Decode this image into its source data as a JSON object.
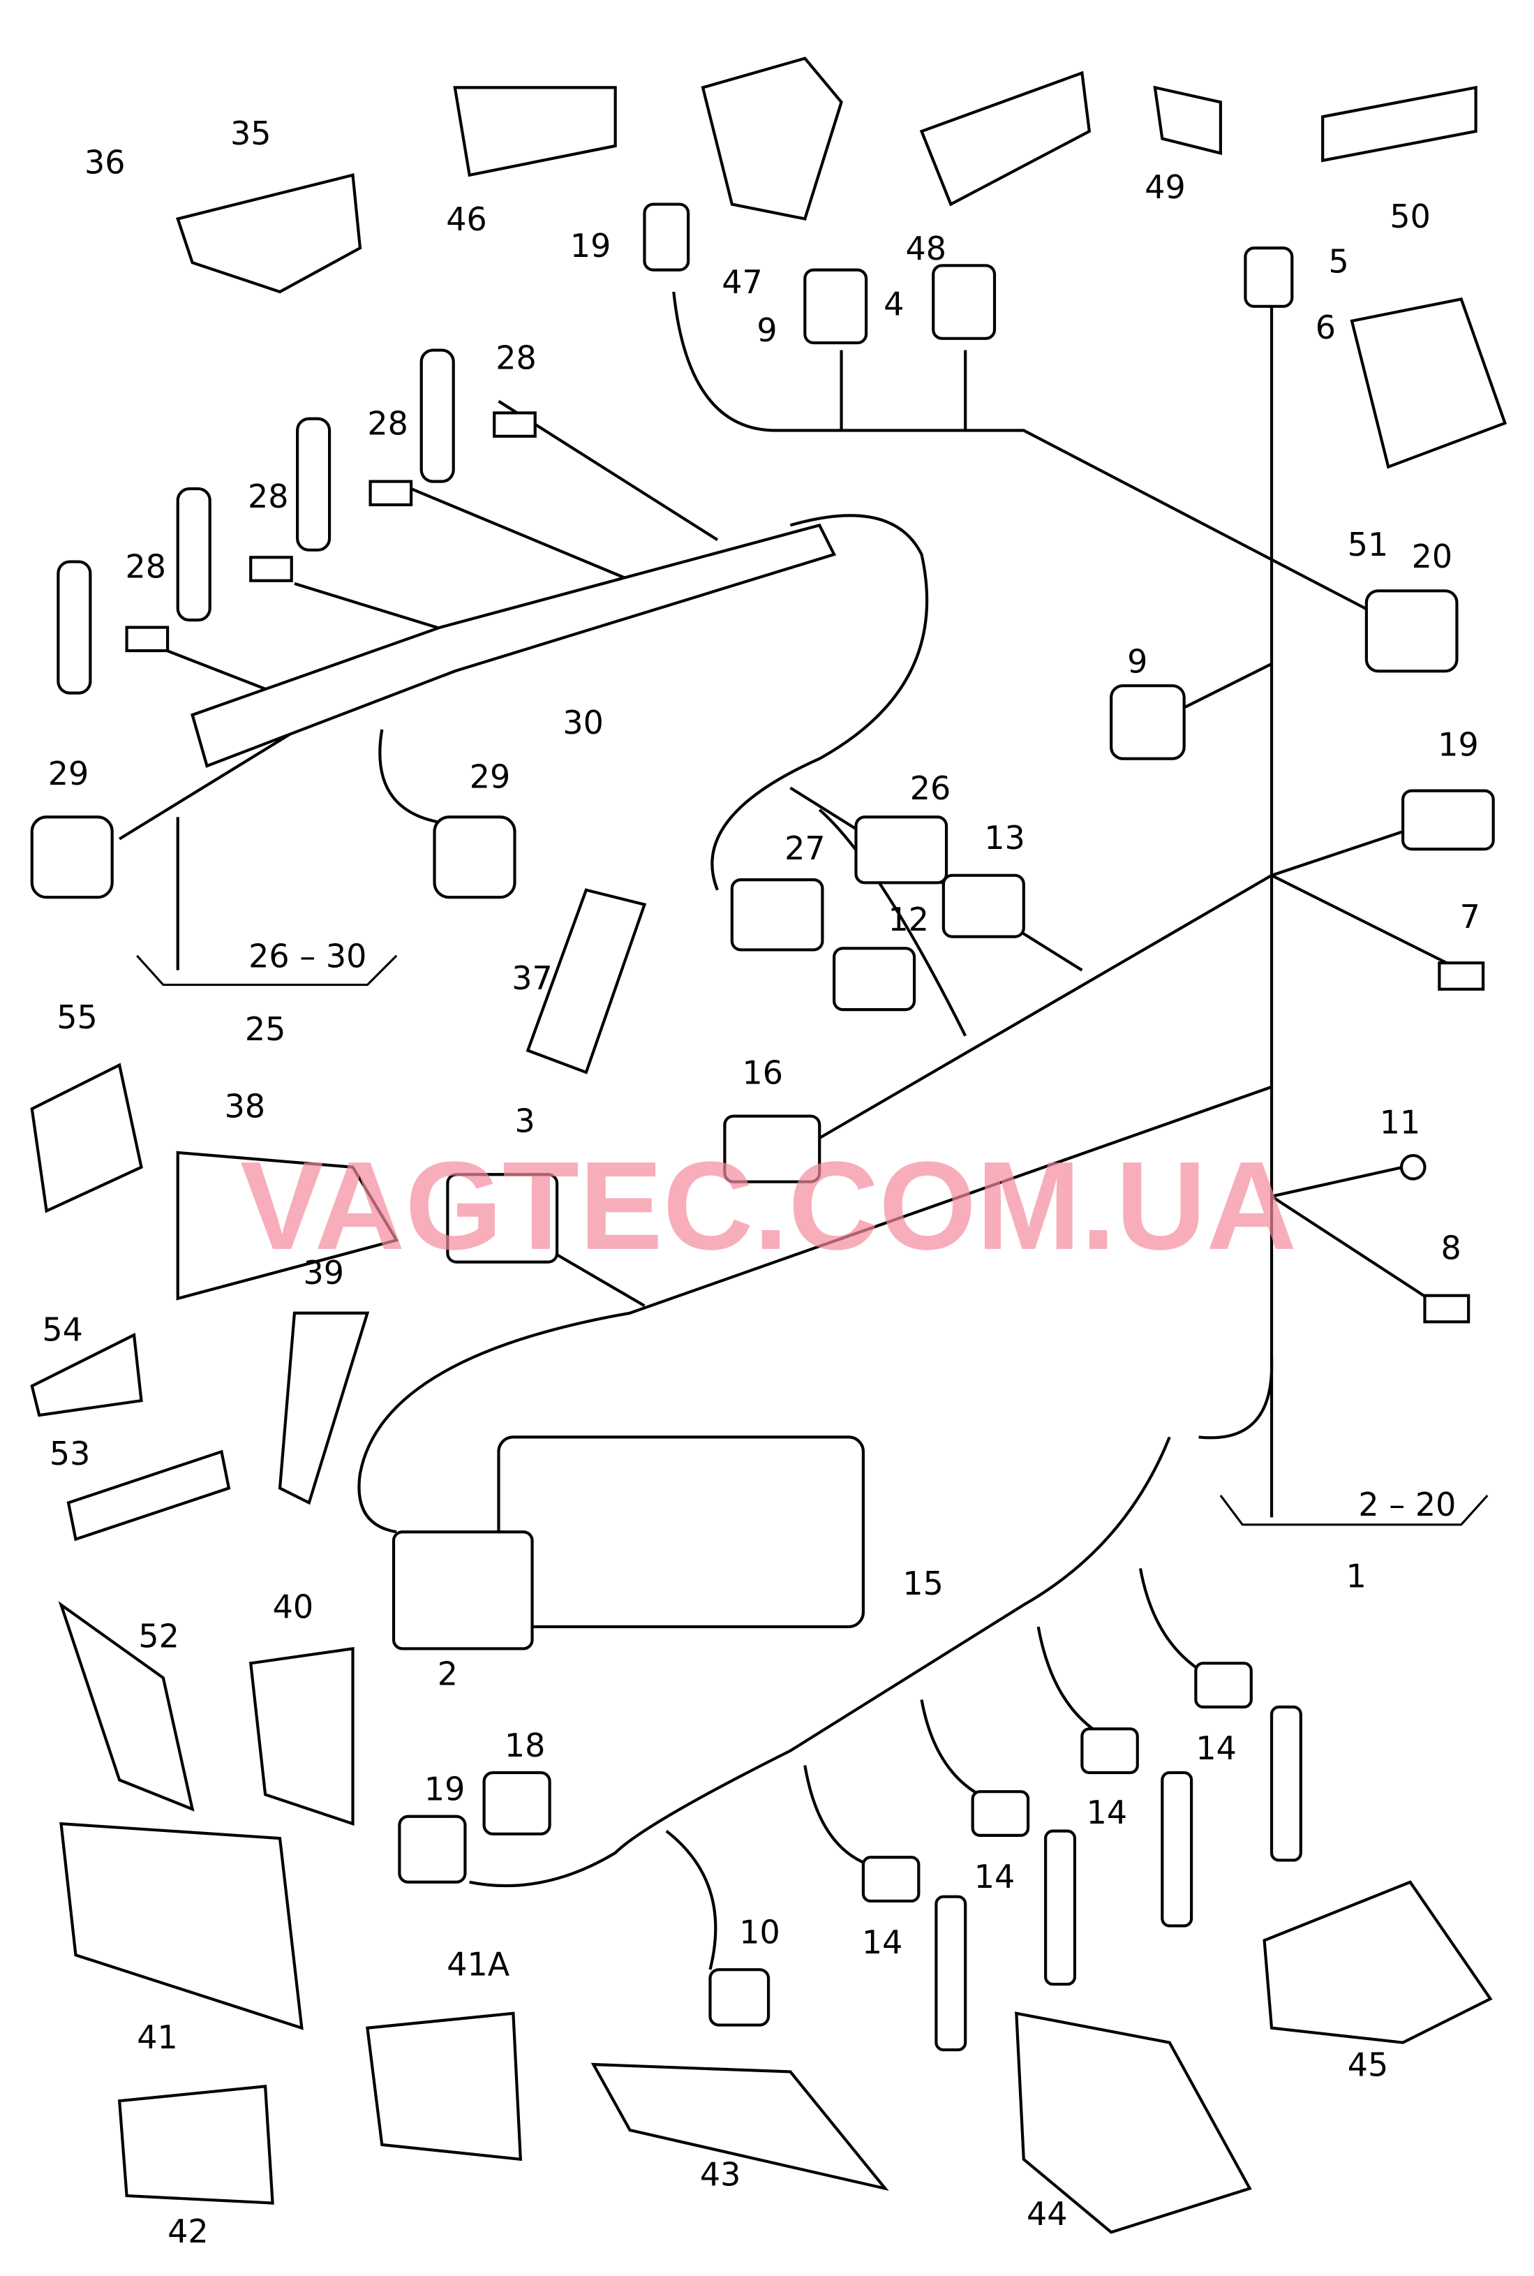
{
  "labels": [
    "36",
    "35",
    "46",
    "47",
    "48",
    "49",
    "50",
    "19",
    "9",
    "4",
    "5",
    "6",
    "28",
    "28",
    "28",
    "28",
    "51",
    "20",
    "30",
    "9",
    "29",
    "29",
    "26",
    "19",
    "27",
    "13",
    "12",
    "7",
    "26 – 30",
    "25",
    "37",
    "55",
    "16",
    "38",
    "3",
    "11",
    "8",
    "39",
    "54",
    "53",
    "2 – 20",
    "1",
    "15",
    "40",
    "52",
    "2",
    "18",
    "19",
    "14",
    "14",
    "14",
    "14",
    "10",
    "41A",
    "41",
    "45",
    "43",
    "44",
    "42"
  ],
  "watermark": "VAGTEC.COM.UA",
  "colors": {
    "watermark": "#f48c9c",
    "line": "#000000"
  }
}
